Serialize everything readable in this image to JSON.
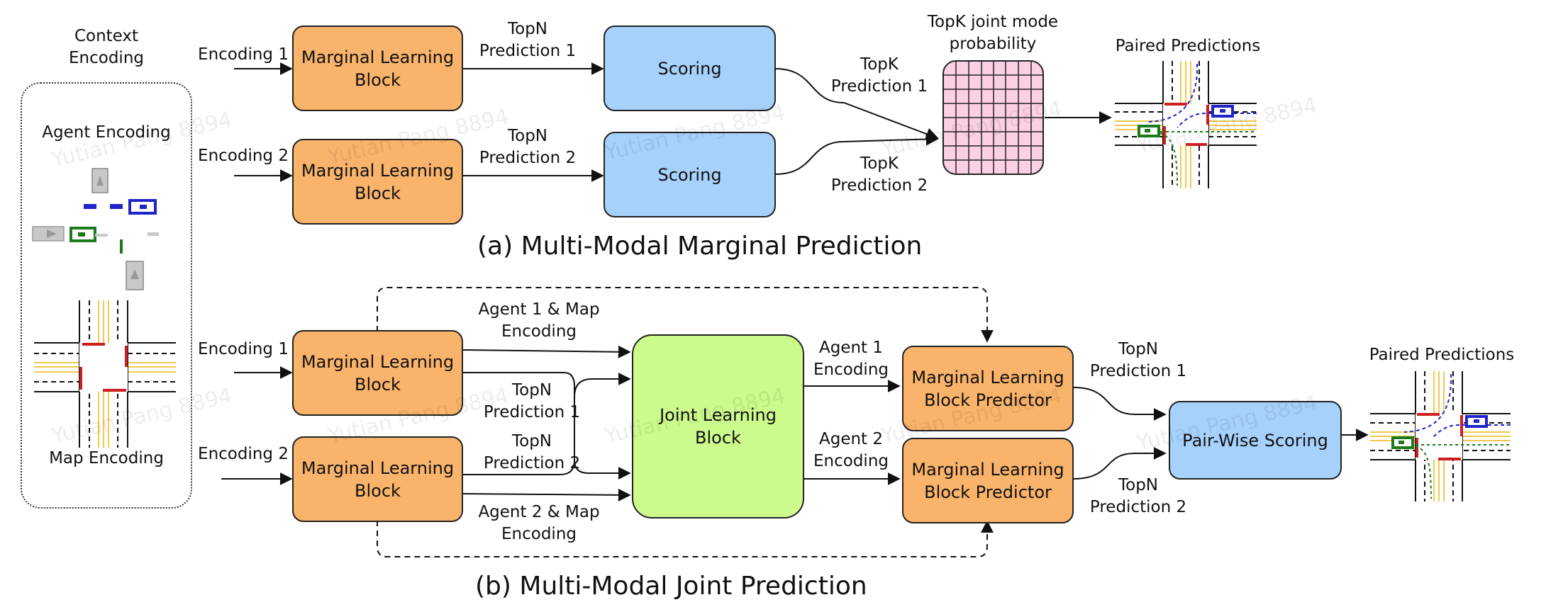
{
  "context": {
    "title": "Context\nEncoding",
    "agent_encoding": "Agent Encoding",
    "map_encoding": "Map Encoding"
  },
  "section_a": {
    "caption": "(a) Multi-Modal Marginal Prediction",
    "encoding_1": "Encoding 1",
    "encoding_2": "Encoding 2",
    "marginal_block_1": "Marginal Learning\nBlock",
    "marginal_block_2": "Marginal Learning\nBlock",
    "topn_1": "TopN\nPrediction 1",
    "topn_2": "TopN\nPrediction 2",
    "scoring_1": "Scoring",
    "scoring_2": "Scoring",
    "topk_1": "TopK\nPrediction 1",
    "topk_2": "TopK\nPrediction 2",
    "joint_mode_label": "TopK joint mode\nprobability",
    "paired_predictions": "Paired Predictions"
  },
  "section_b": {
    "caption": "(b) Multi-Modal Joint Prediction",
    "encoding_1": "Encoding 1",
    "encoding_2": "Encoding 2",
    "marginal_block_1": "Marginal Learning\nBlock",
    "marginal_block_2": "Marginal Learning\nBlock",
    "agent1_map": "Agent 1 & Map\nEncoding",
    "agent2_map": "Agent 2 & Map\nEncoding",
    "topn_1": "TopN\nPrediction 1",
    "topn_2": "TopN\nPrediction 2",
    "joint_block": "Joint Learning\nBlock",
    "agent1_encoding": "Agent 1\nEncoding",
    "agent2_encoding": "Agent 2\nEncoding",
    "predictor_1": "Marginal Learning\nBlock Predictor",
    "predictor_2": "Marginal Learning\nBlock Predictor",
    "out_topn_1": "TopN\nPrediction 1",
    "out_topn_2": "TopN\nPrediction 2",
    "pair_scoring": "Pair-Wise Scoring",
    "paired_predictions": "Paired Predictions"
  },
  "watermark": "Yutian Pang 8894",
  "colors": {
    "marginal_block": "#f9b36b",
    "scoring": "#a6d1fb",
    "joint_block": "#ccfa8d",
    "grid": "#fbd0e4",
    "agent_1": "#1f23c8",
    "agent_2": "#1c7a1c",
    "lane_yellow": "#f2c94c",
    "stop_line": "#cc1f1f"
  }
}
